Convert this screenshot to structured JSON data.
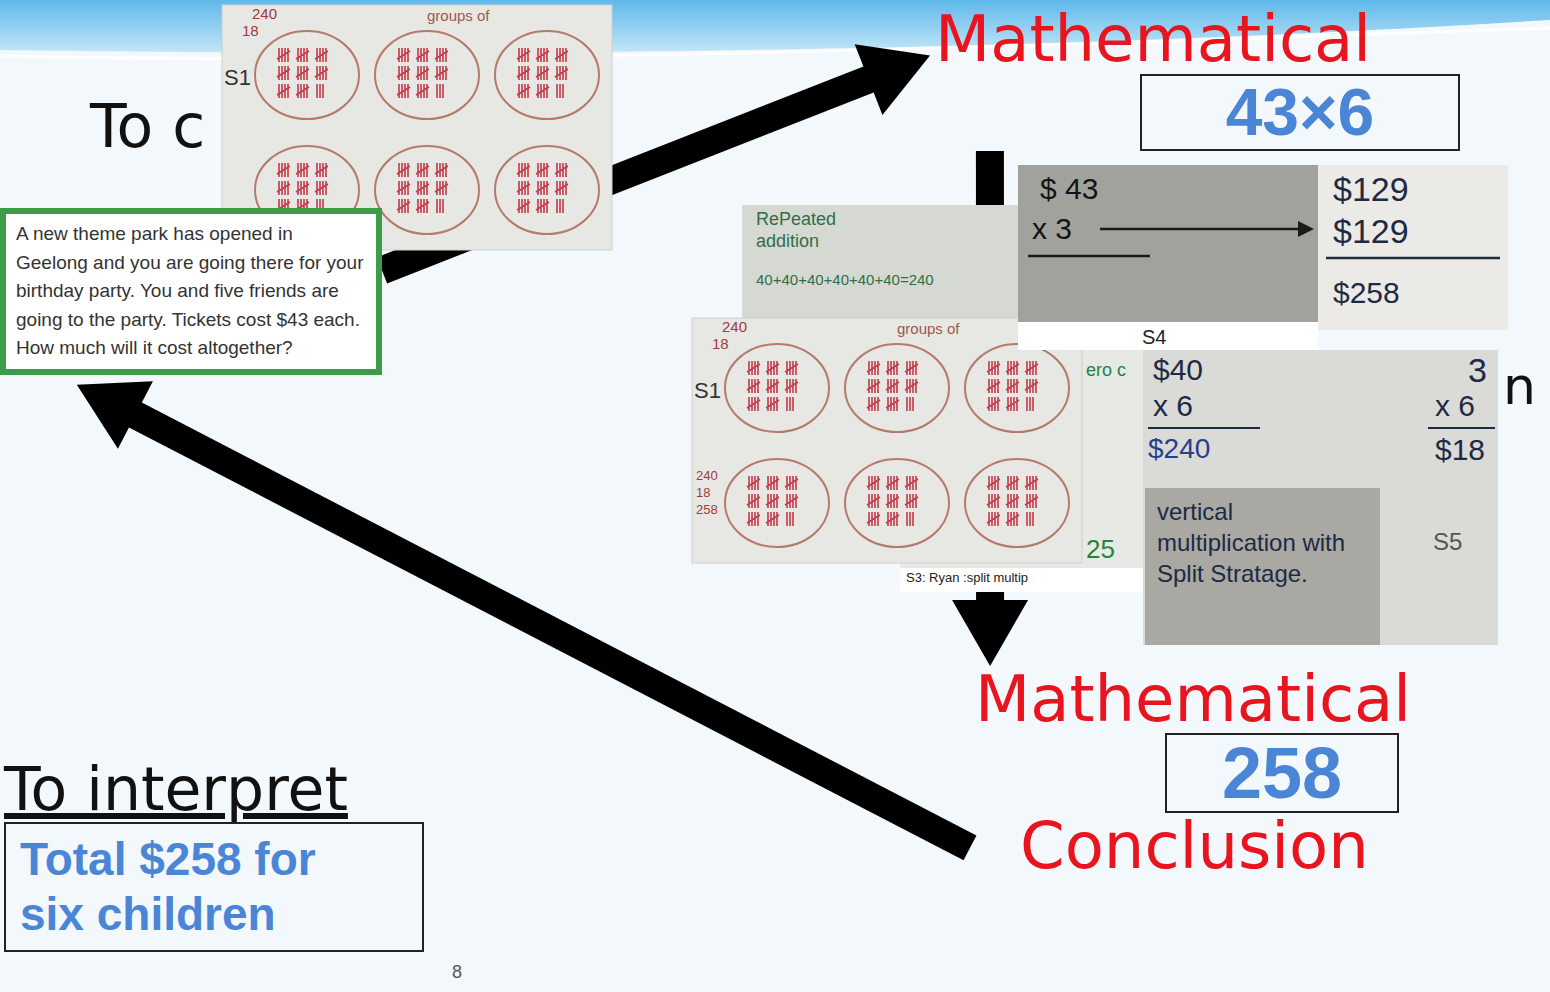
{
  "diagram": {
    "nodes": [
      {
        "text": [
          "To c",
          "A new theme park has opened in Geelong and you are going there for your birthday party. You and five friends are going to the party. Tickets cost $43 each. How much will it cost altogether?"
        ]
      },
      {
        "text": [
          "240",
          "18",
          "groups of",
          "S1"
        ]
      },
      {
        "text": [
          "Mathematical",
          "43×6"
        ]
      },
      {
        "text": [
          "RePeated addition",
          "40+40+40+40+40+40=240"
        ]
      },
      {
        "text": [
          "$ 43",
          "x 3",
          "S4"
        ]
      },
      {
        "text": [
          "$129",
          "$129",
          "$258"
        ]
      },
      {
        "text": [
          "240",
          "18",
          "groups of",
          "S1",
          "240",
          "18",
          "258"
        ]
      },
      {
        "text": [
          "ero c",
          "25",
          "S3: Ryan :split multip"
        ]
      },
      {
        "text": [
          "$40",
          "x 6",
          "$240",
          "3",
          "x 6",
          "$18",
          "S5"
        ]
      },
      {
        "text": [
          "vertical multiplication with Split Stratage."
        ],
        "in": 8
      },
      {
        "text": [
          "Mathematical",
          "258",
          "Conclusion"
        ]
      },
      {
        "text": [
          "To interpret",
          "Total $258 for six children"
        ]
      }
    ],
    "edges": [
      {
        "from": 0,
        "to": 2,
        "arrow": "to"
      },
      {
        "from": 2,
        "to": 10,
        "arrow": "to"
      },
      {
        "from": 10,
        "to": 0,
        "arrow": "to"
      }
    ],
    "labels": [
      "n",
      "8"
    ]
  }
}
